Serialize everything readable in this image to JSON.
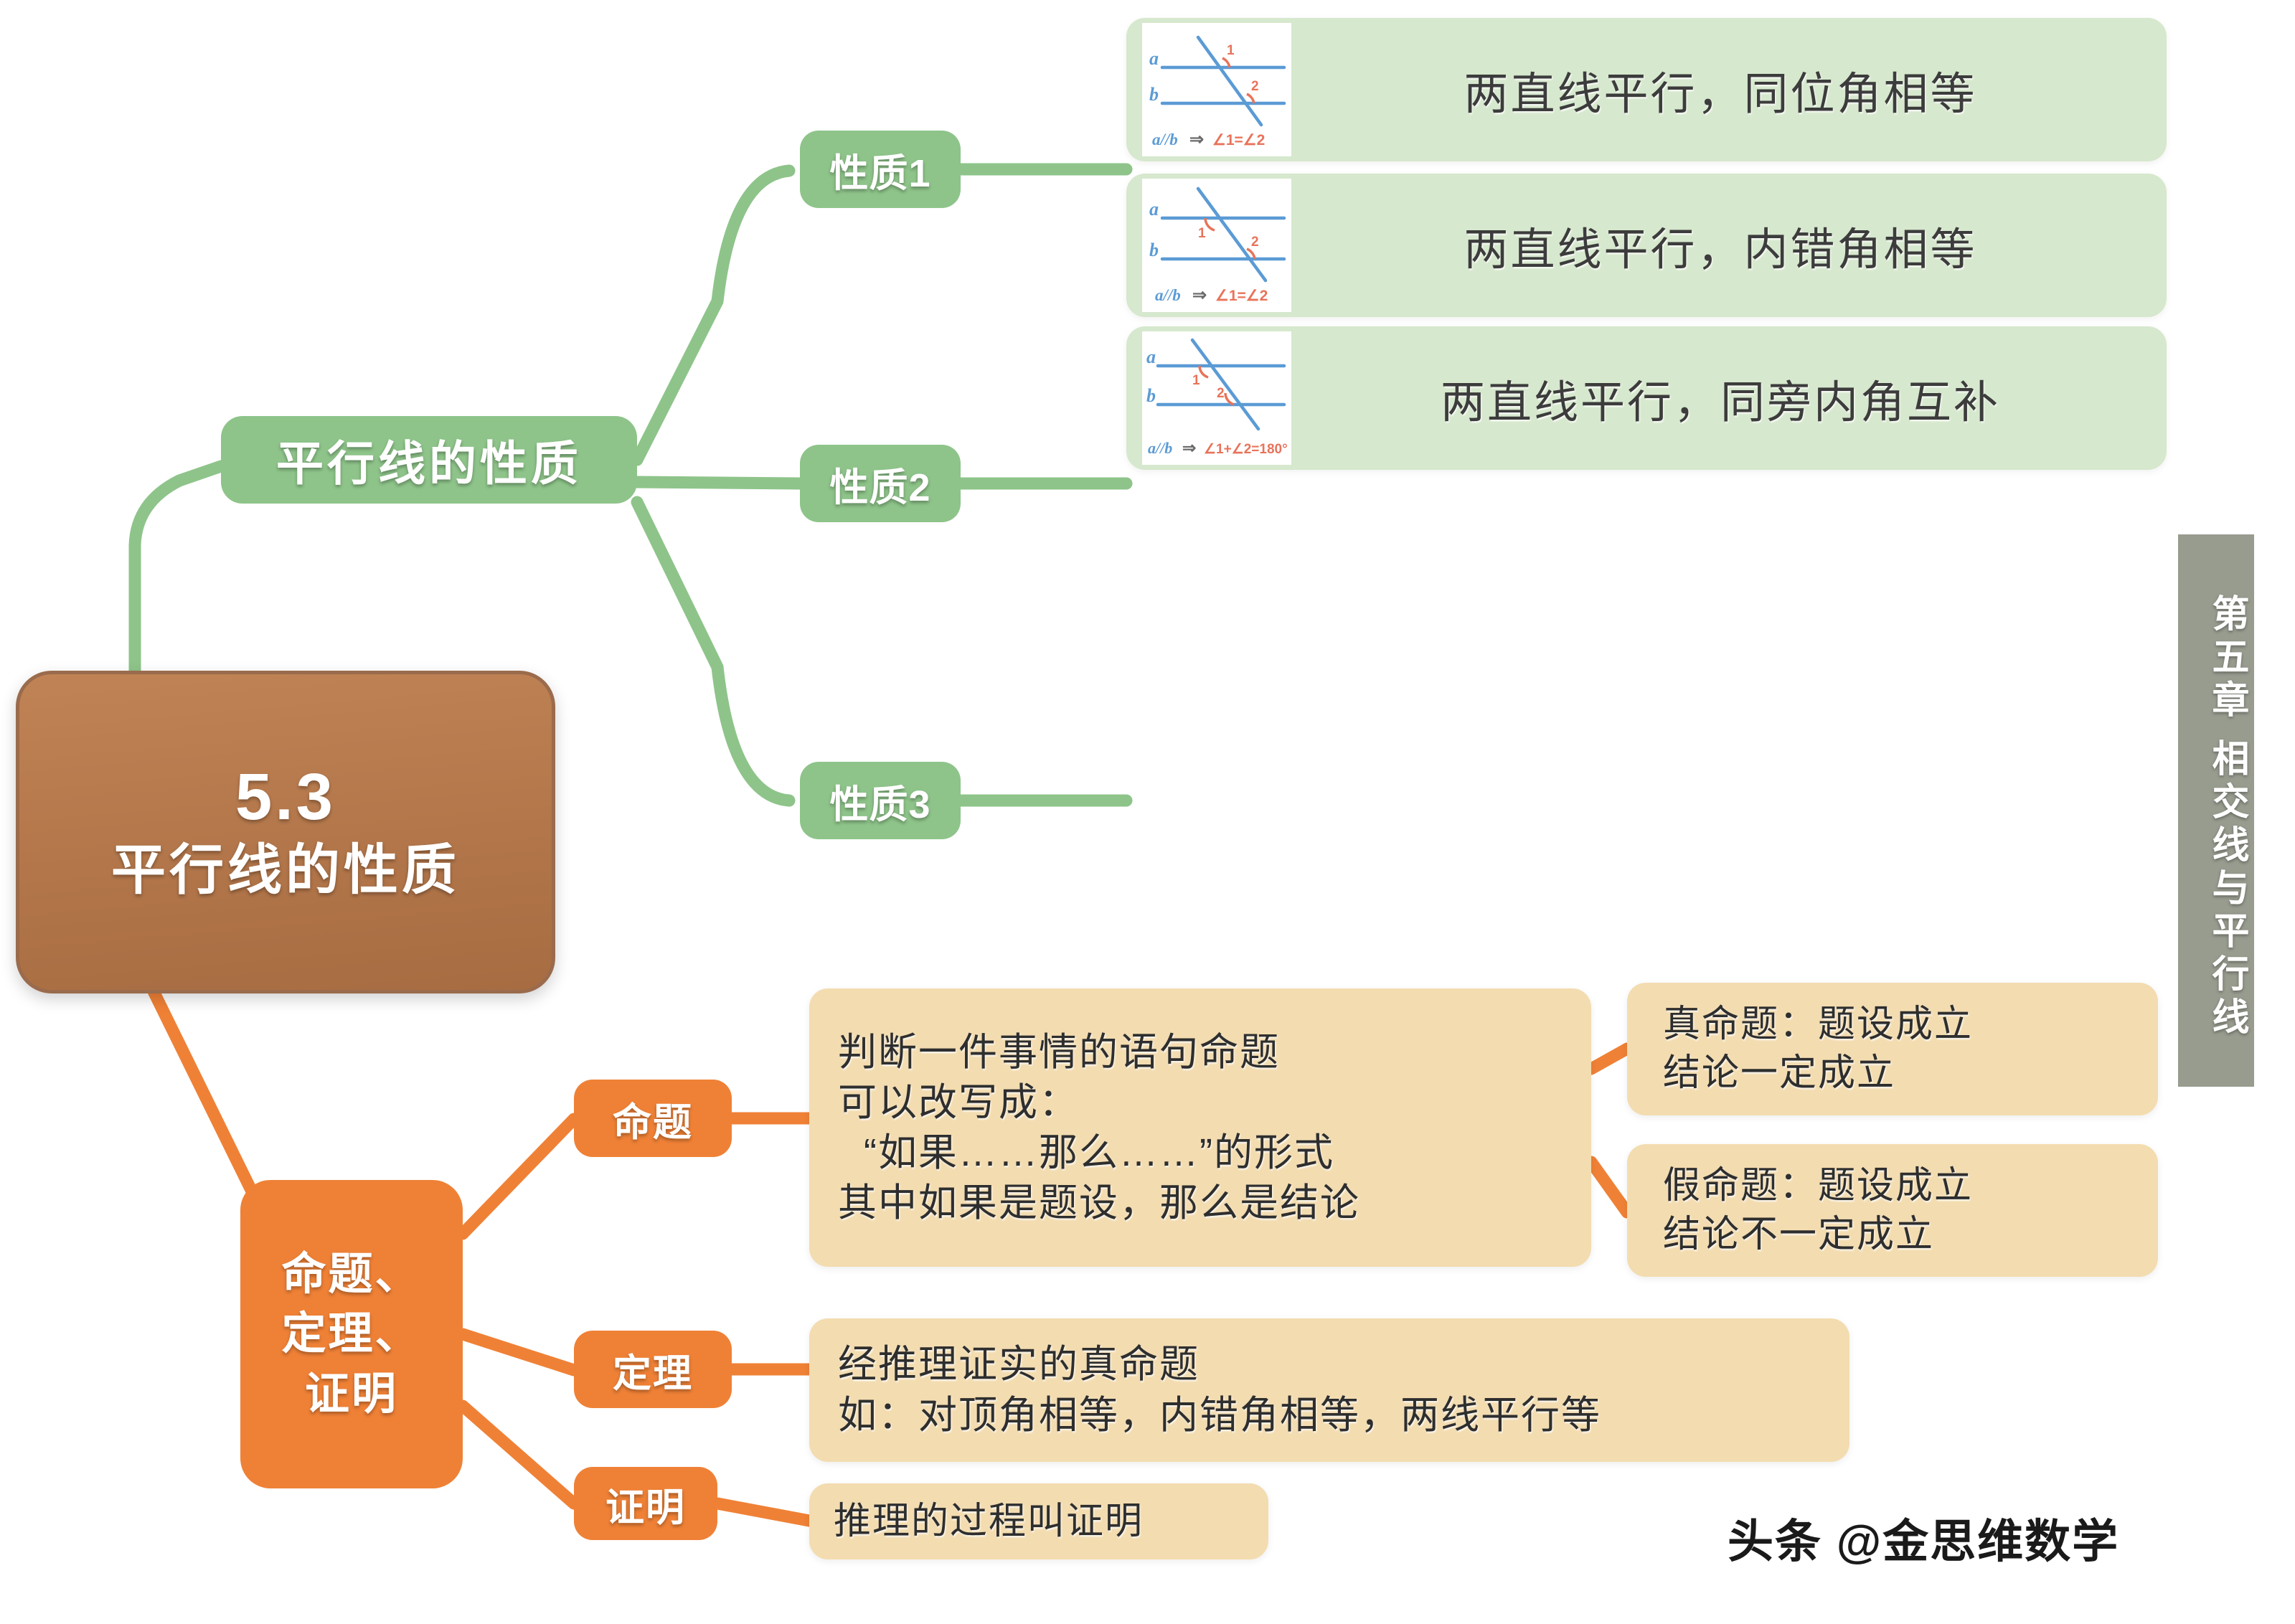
{
  "root": {
    "number": "5.3",
    "title": "平行线的性质"
  },
  "branches": {
    "properties_label": "平行线的性质",
    "proposition_label": "命题、\n定理、\n证明",
    "proposition_lines": [
      "命题、",
      "定理、",
      "证明"
    ]
  },
  "property_items": [
    {
      "chip": "性质1",
      "text": "两直线平行，同位角相等",
      "figure": {
        "line_a_label": "a",
        "line_b_label": "b",
        "angle1_label": "1",
        "angle2_label": "2",
        "conclusion_left": "a//b",
        "conclusion_arrow": "⇒",
        "conclusion_right": "∠1=∠2",
        "angle1_position": "above-a-right",
        "angle2_position": "above-b-right"
      }
    },
    {
      "chip": "性质2",
      "text": "两直线平行，内错角相等",
      "figure": {
        "line_a_label": "a",
        "line_b_label": "b",
        "angle1_label": "1",
        "angle2_label": "2",
        "conclusion_left": "a//b",
        "conclusion_arrow": "⇒",
        "conclusion_right": "∠1=∠2",
        "angle1_position": "below-a-left",
        "angle2_position": "above-b-right"
      }
    },
    {
      "chip": "性质3",
      "text": "两直线平行，同旁内角互补",
      "figure": {
        "line_a_label": "a",
        "line_b_label": "b",
        "angle1_label": "1",
        "angle2_label": "2",
        "conclusion_left": "a//b",
        "conclusion_arrow": "⇒",
        "conclusion_right": "∠1+∠2=180°",
        "angle1_position": "below-a-left",
        "angle2_position": "above-b-left"
      }
    }
  ],
  "proposition_branch": {
    "chip": "命题",
    "card_lines": [
      "判断一件事情的语句命题",
      "可以改写成：",
      "“如果……那么……”的形式",
      "其中如果是题设，那么是结论"
    ],
    "true_proposition": {
      "line1": "真命题：题设成立",
      "line2": "结论一定成立"
    },
    "false_proposition": {
      "line1": "假命题：题设成立",
      "line2": "结论不一定成立"
    }
  },
  "theorem_branch": {
    "chip": "定理",
    "card_lines": [
      "经推理证实的真命题",
      "如：对顶角相等，内错角相等，两线平行等"
    ]
  },
  "proof_branch": {
    "chip": "证明",
    "card_lines": [
      "推理的过程叫证明"
    ]
  },
  "chapter_tab": "第五章 相交线与平行线",
  "watermark": "头条 @金思维数学",
  "colors": {
    "root_brown": "#b2764a",
    "green_node": "#8ec48a",
    "green_card": "#d6e8cd",
    "orange_node": "#ef8136",
    "tan_card": "#f3dcb0",
    "chapter_gray": "#989c8f",
    "figure_blue": "#5b9bd5",
    "figure_red": "#e8735a",
    "arrow_gray": "#6b6b6b"
  }
}
